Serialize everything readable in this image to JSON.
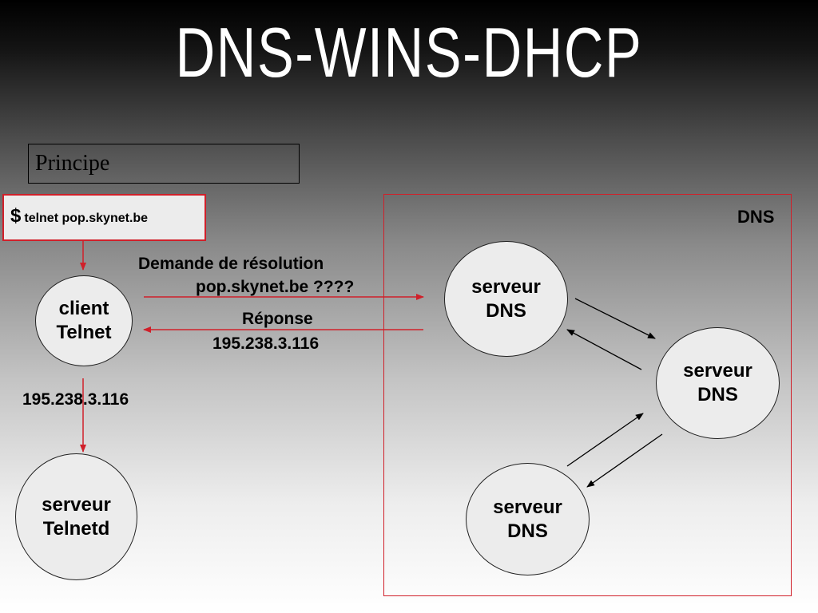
{
  "title": "DNS-WINS-DHCP",
  "section": "Principe",
  "command": {
    "prompt": "$",
    "text": "telnet  pop.skynet.be"
  },
  "dns_region_label": "DNS",
  "nodes": {
    "client": {
      "line1": "client",
      "line2": "Telnet"
    },
    "server_telnetd": {
      "line1": "serveur",
      "line2": "Telnetd"
    },
    "dns_top": {
      "line1": "serveur",
      "line2": "DNS"
    },
    "dns_right": {
      "line1": "serveur",
      "line2": "DNS"
    },
    "dns_bottom": {
      "line1": "serveur",
      "line2": "DNS"
    }
  },
  "edges": {
    "request_line1": "Demande de résolution",
    "request_line2": "pop.skynet.be ????",
    "reply_line1": "Réponse",
    "reply_line2": "195.238.3.116",
    "resolved_ip": "195.238.3.116"
  },
  "colors": {
    "accent": "#d0202a",
    "node_fill": "#ececec",
    "title": "#ffffff"
  }
}
